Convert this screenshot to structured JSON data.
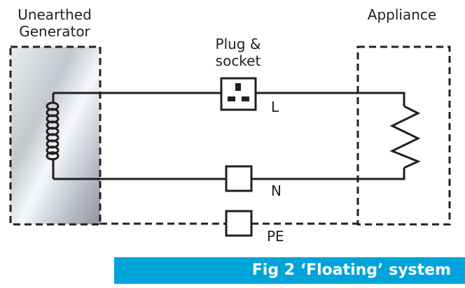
{
  "labels": {
    "generator": "Unearthed\nGenerator",
    "plug_socket": "Plug &\nsocket",
    "appliance": "Appliance",
    "line": "L",
    "neutral": "N",
    "protective_earth": "PE"
  },
  "caption": "Fig 2  ‘Floating’ system",
  "colors": {
    "caption_background": "#00a3da",
    "caption_text": "#ffffff",
    "wire": "#231f20"
  },
  "icons": [
    "coil-icon",
    "resistor-icon",
    "socket-icon"
  ]
}
